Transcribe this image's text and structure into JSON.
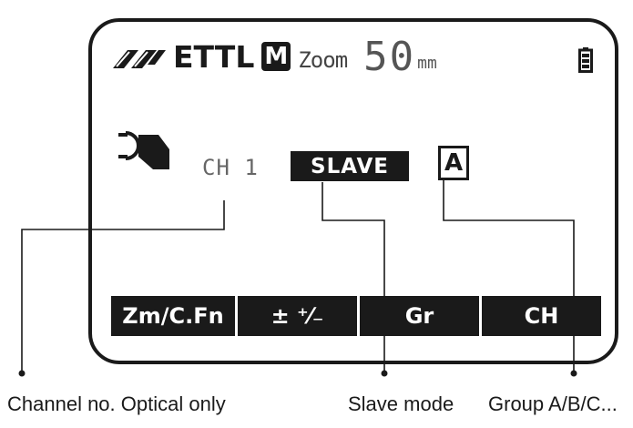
{
  "lcd": {
    "flash_mode": "ETTL",
    "mode_indicator": "M",
    "zoom_label": "Zoom",
    "zoom_value": "50",
    "zoom_unit": "mm",
    "channel": "CH 1",
    "slave_badge": "SLAVE",
    "group": "A",
    "icons": [
      "wireless-icon",
      "battery-icon",
      "slave-flash-icon"
    ],
    "softkeys": [
      {
        "label": "Zm/C.Fn"
      },
      {
        "label": "± ⁺⁄₋",
        "icon": "flash-compensation-icon"
      },
      {
        "label": "Gr"
      },
      {
        "label": "CH"
      }
    ]
  },
  "callouts": [
    {
      "text": "Channel no. Optical only"
    },
    {
      "text": "Slave mode"
    },
    {
      "text": "Group A/B/C..."
    }
  ]
}
